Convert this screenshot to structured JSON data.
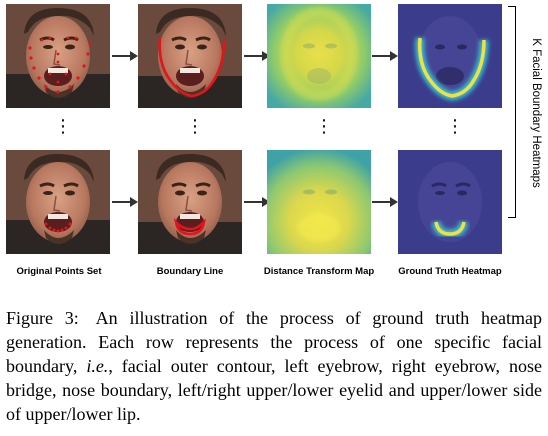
{
  "columns": [
    "Original Points Set",
    "Boundary Line",
    "Distance Transform Map",
    "Ground Truth Heatmap"
  ],
  "side_label": "K Facial Boundary Heatmaps",
  "ellipsis": "⋮",
  "caption": {
    "figure_number": "Figure 3:",
    "text_before_ie": "An illustration of the process of ground truth heatmap generation. Each row represents the process of one specific facial boundary, ",
    "ie": "i.e.",
    "text_after_ie": ", facial outer contour, left eyebrow, right eyebrow, nose bridge, nose boundary, left/right upper/lower eyelid and upper/lower side of upper/lower lip."
  },
  "colors": {
    "boundary_line": "#e4141c",
    "points": "#e4141c",
    "heatmap_bg": "#3c3c8c",
    "heatmap_ridge": "#f0e040",
    "distance_map_center": "#f2e84a",
    "distance_map_edge": "#3fa8a0"
  }
}
